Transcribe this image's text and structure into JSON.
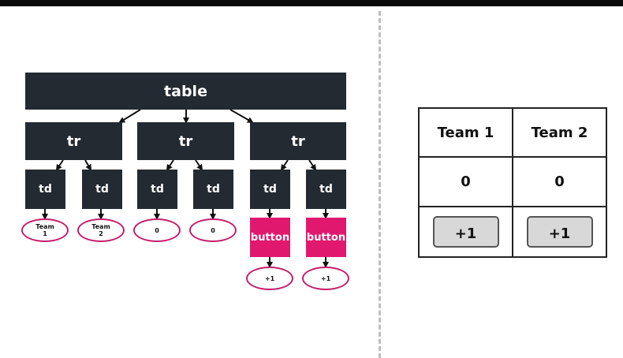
{
  "tree": {
    "root": "table",
    "rows": [
      "tr",
      "tr",
      "tr"
    ],
    "cells": [
      "td",
      "td",
      "td",
      "td",
      "td",
      "td"
    ],
    "buttons": [
      "button",
      "button"
    ],
    "leaves": [
      {
        "line1": "Team",
        "line2": "1"
      },
      {
        "line1": "Team",
        "line2": "2"
      },
      {
        "line1": "0",
        "line2": ""
      },
      {
        "line1": "0",
        "line2": ""
      },
      {
        "line1": "+1",
        "line2": ""
      },
      {
        "line1": "+1",
        "line2": ""
      }
    ],
    "colors": {
      "node": "#232a31",
      "button": "#e0196f",
      "leaf_border": "#c41d6c"
    }
  },
  "rendered_table": {
    "headers": [
      "Team 1",
      "Team 2"
    ],
    "scores": [
      "0",
      "0"
    ],
    "buttons": [
      "+1",
      "+1"
    ]
  }
}
